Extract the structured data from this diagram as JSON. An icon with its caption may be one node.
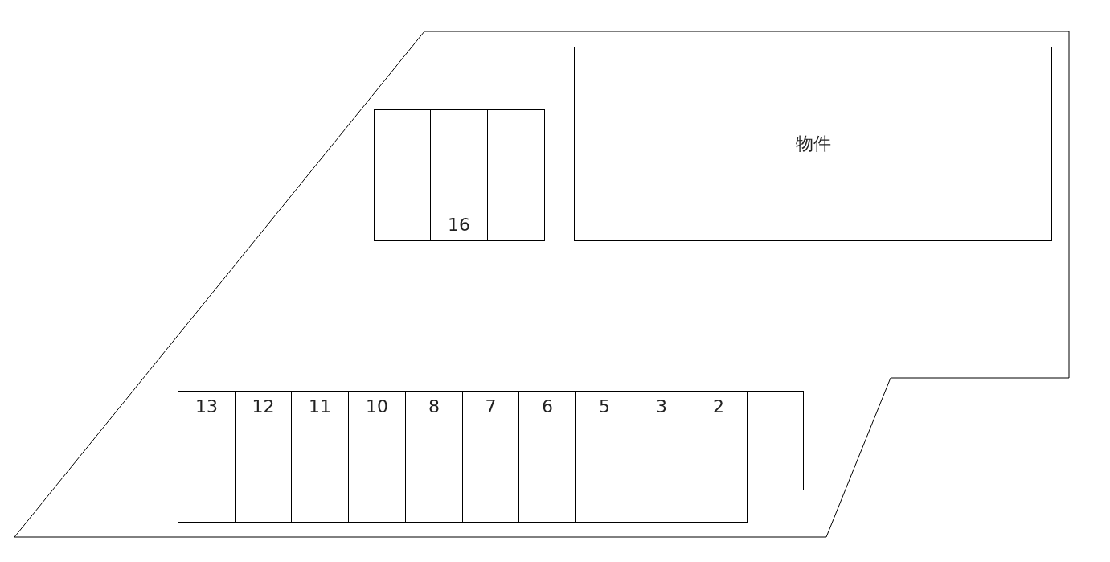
{
  "diagram": {
    "nodes": [
      {
        "text": [],
        "shape": "box"
      },
      {
        "text": [
          "16"
        ]
      },
      {
        "text": [],
        "shape": "box"
      },
      {
        "text": [
          "物件"
        ]
      },
      {
        "text": [
          "13"
        ]
      },
      {
        "text": [
          "12"
        ]
      },
      {
        "text": [
          "11"
        ]
      },
      {
        "text": [
          "10"
        ]
      },
      {
        "text": [
          "8"
        ]
      },
      {
        "text": [
          "7"
        ]
      },
      {
        "text": [
          "6"
        ]
      },
      {
        "text": [
          "5"
        ]
      },
      {
        "text": [
          "3"
        ]
      },
      {
        "text": [
          "2"
        ]
      },
      {
        "text": [],
        "shape": "box"
      }
    ]
  }
}
